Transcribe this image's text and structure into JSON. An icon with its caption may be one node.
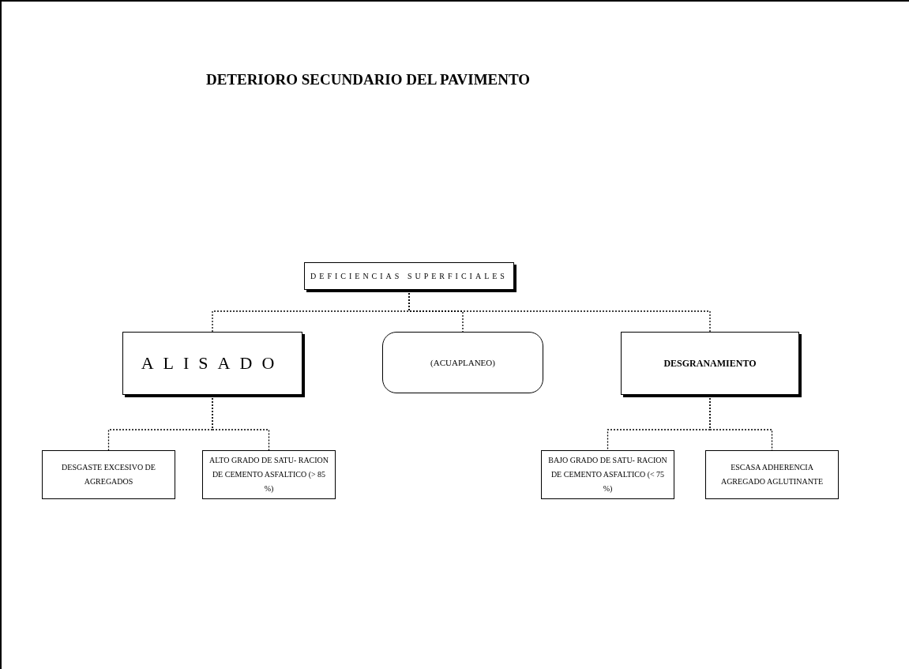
{
  "diagram": {
    "title": "DETERIORO SECUNDARIO DEL PAVIMENTO",
    "nodes": [
      {
        "text": [
          "DEFICIENCIAS SUPERFICIALES"
        ]
      },
      {
        "text": [
          "ALISADO"
        ]
      },
      {
        "text": [
          "(ACUAPLANEO)"
        ]
      },
      {
        "text": [
          "DESGRANAMIENTO"
        ]
      },
      {
        "text": [
          "DESGASTE EXCESIVO DE AGREGADOS"
        ]
      },
      {
        "text": [
          "ALTO GRADO DE SATU- RACION DE CEMENTO ASFALTICO (> 85 %)"
        ]
      },
      {
        "text": [
          "BAJO GRADO DE SATU- RACION DE CEMENTO ASFALTICO (< 75 %)"
        ]
      },
      {
        "text": [
          "ESCASA ADHERENCIA AGREGADO AGLUTINANTE"
        ]
      }
    ],
    "edges": [
      {
        "from": 0,
        "to": 1,
        "arrow": "none",
        "style": "dashed"
      },
      {
        "from": 0,
        "to": 2,
        "arrow": "none",
        "style": "dashed"
      },
      {
        "from": 0,
        "to": 3,
        "arrow": "none",
        "style": "dashed"
      },
      {
        "from": 1,
        "to": 4,
        "arrow": "none",
        "style": "dashed"
      },
      {
        "from": 1,
        "to": 5,
        "arrow": "none",
        "style": "dashed"
      },
      {
        "from": 3,
        "to": 6,
        "arrow": "none",
        "style": "dashed"
      },
      {
        "from": 3,
        "to": 7,
        "arrow": "none",
        "style": "dashed"
      }
    ]
  }
}
